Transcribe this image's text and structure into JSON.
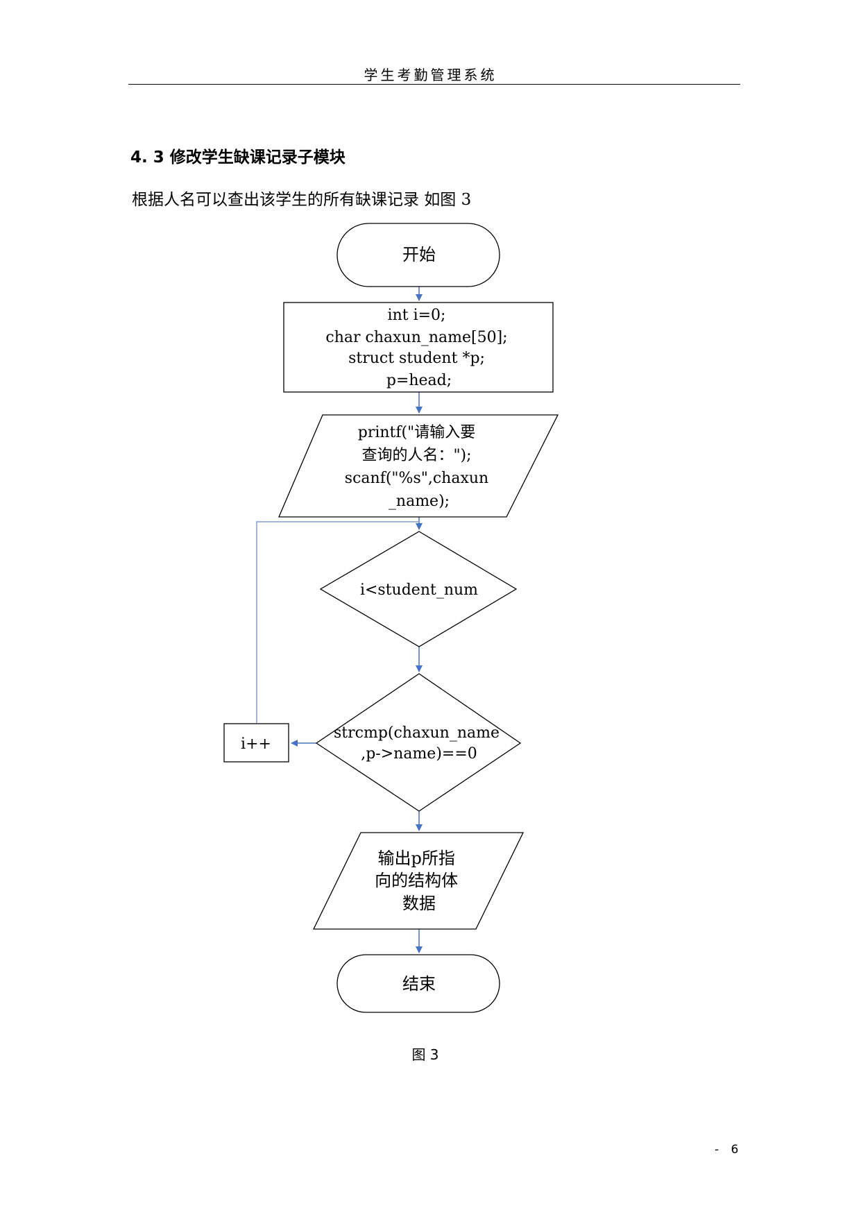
{
  "header": {
    "title": "学生考勤管理系统"
  },
  "section": {
    "heading": "4. 3 修改学生缺课记录子模块",
    "body": "根据人名可以查出该学生的所有缺课记录  如图 3"
  },
  "flowchart": {
    "start": "开始",
    "init": [
      "int i=0;",
      "char chaxun_name[50];",
      "struct student *p;",
      "p=head;"
    ],
    "input": [
      "printf(\"请输入要",
      "查询的人名：\");",
      "scanf(\"%s\",chaxun",
      "_name);"
    ],
    "loop_condition": "i<student_num",
    "compare_condition": [
      "strcmp(chaxun_name",
      ",p->name)==0"
    ],
    "increment": "i++",
    "output": [
      "输出p所指",
      "向的结构体",
      "数据"
    ],
    "end": "结束"
  },
  "colors": {
    "arrow": "#4472C4",
    "line": "#7f9fd4",
    "shape_border": "#000000"
  },
  "caption": "图 3",
  "page_number": "- 6"
}
